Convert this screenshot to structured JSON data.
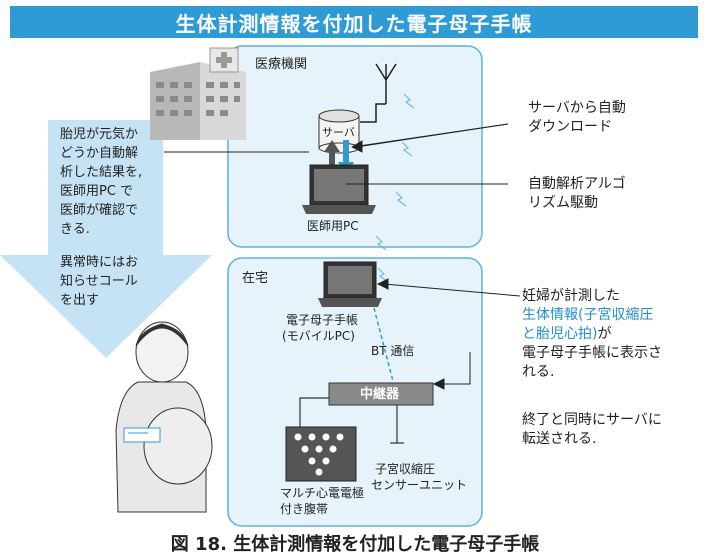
{
  "title": "生体計測情報を付加した電子母子手帳",
  "caption": "図 18.  生体計測情報を付加した電子母子手帳",
  "hospital": {
    "label": "医療機関",
    "server_label": "サーバ",
    "pc_label": "医師用PC"
  },
  "home": {
    "label": "在宅",
    "pc_label_line1": "電子母子手帳",
    "pc_label_line2": "(モバイルPC)",
    "bt_label": "BT 通信",
    "relay_label": "中継器",
    "belt_line1": "マルチ心電電極",
    "belt_line2": "付き腹帯",
    "sensor_line1": "子宮収縮圧",
    "sensor_line2": "センサーユニット"
  },
  "left_note": {
    "lines": [
      "胎児が元気か",
      "どうか自動解",
      "析した結果を,",
      "医師用PC で",
      "医師が確認で",
      "きる."
    ],
    "alert_lines": [
      "異常時にはお",
      "知らせコール",
      "を出す"
    ]
  },
  "right_notes": {
    "server_download": [
      "サーバから自動",
      "ダウンロード"
    ],
    "algorithm": [
      "自動解析アルゴ",
      "リズム駆動"
    ],
    "measure_line1": "妊婦が計測した",
    "measure_blue_line1": "生体情報(子宮収縮圧",
    "measure_blue_line2": "と胎児心拍)",
    "measure_line2_suffix": "が",
    "measure_line3": "電子母子手帳に表示さ",
    "measure_line4": "れる.",
    "transfer_line1": "終了と同時にサーバに",
    "transfer_line2": "転送される."
  },
  "colors": {
    "title_bg": "#2f9bd6",
    "box_fill": "#e6f3fb",
    "box_stroke": "#5fb0dc",
    "arrow_fill": "#c5e3f5",
    "accent_blue": "#1f8fd0"
  }
}
